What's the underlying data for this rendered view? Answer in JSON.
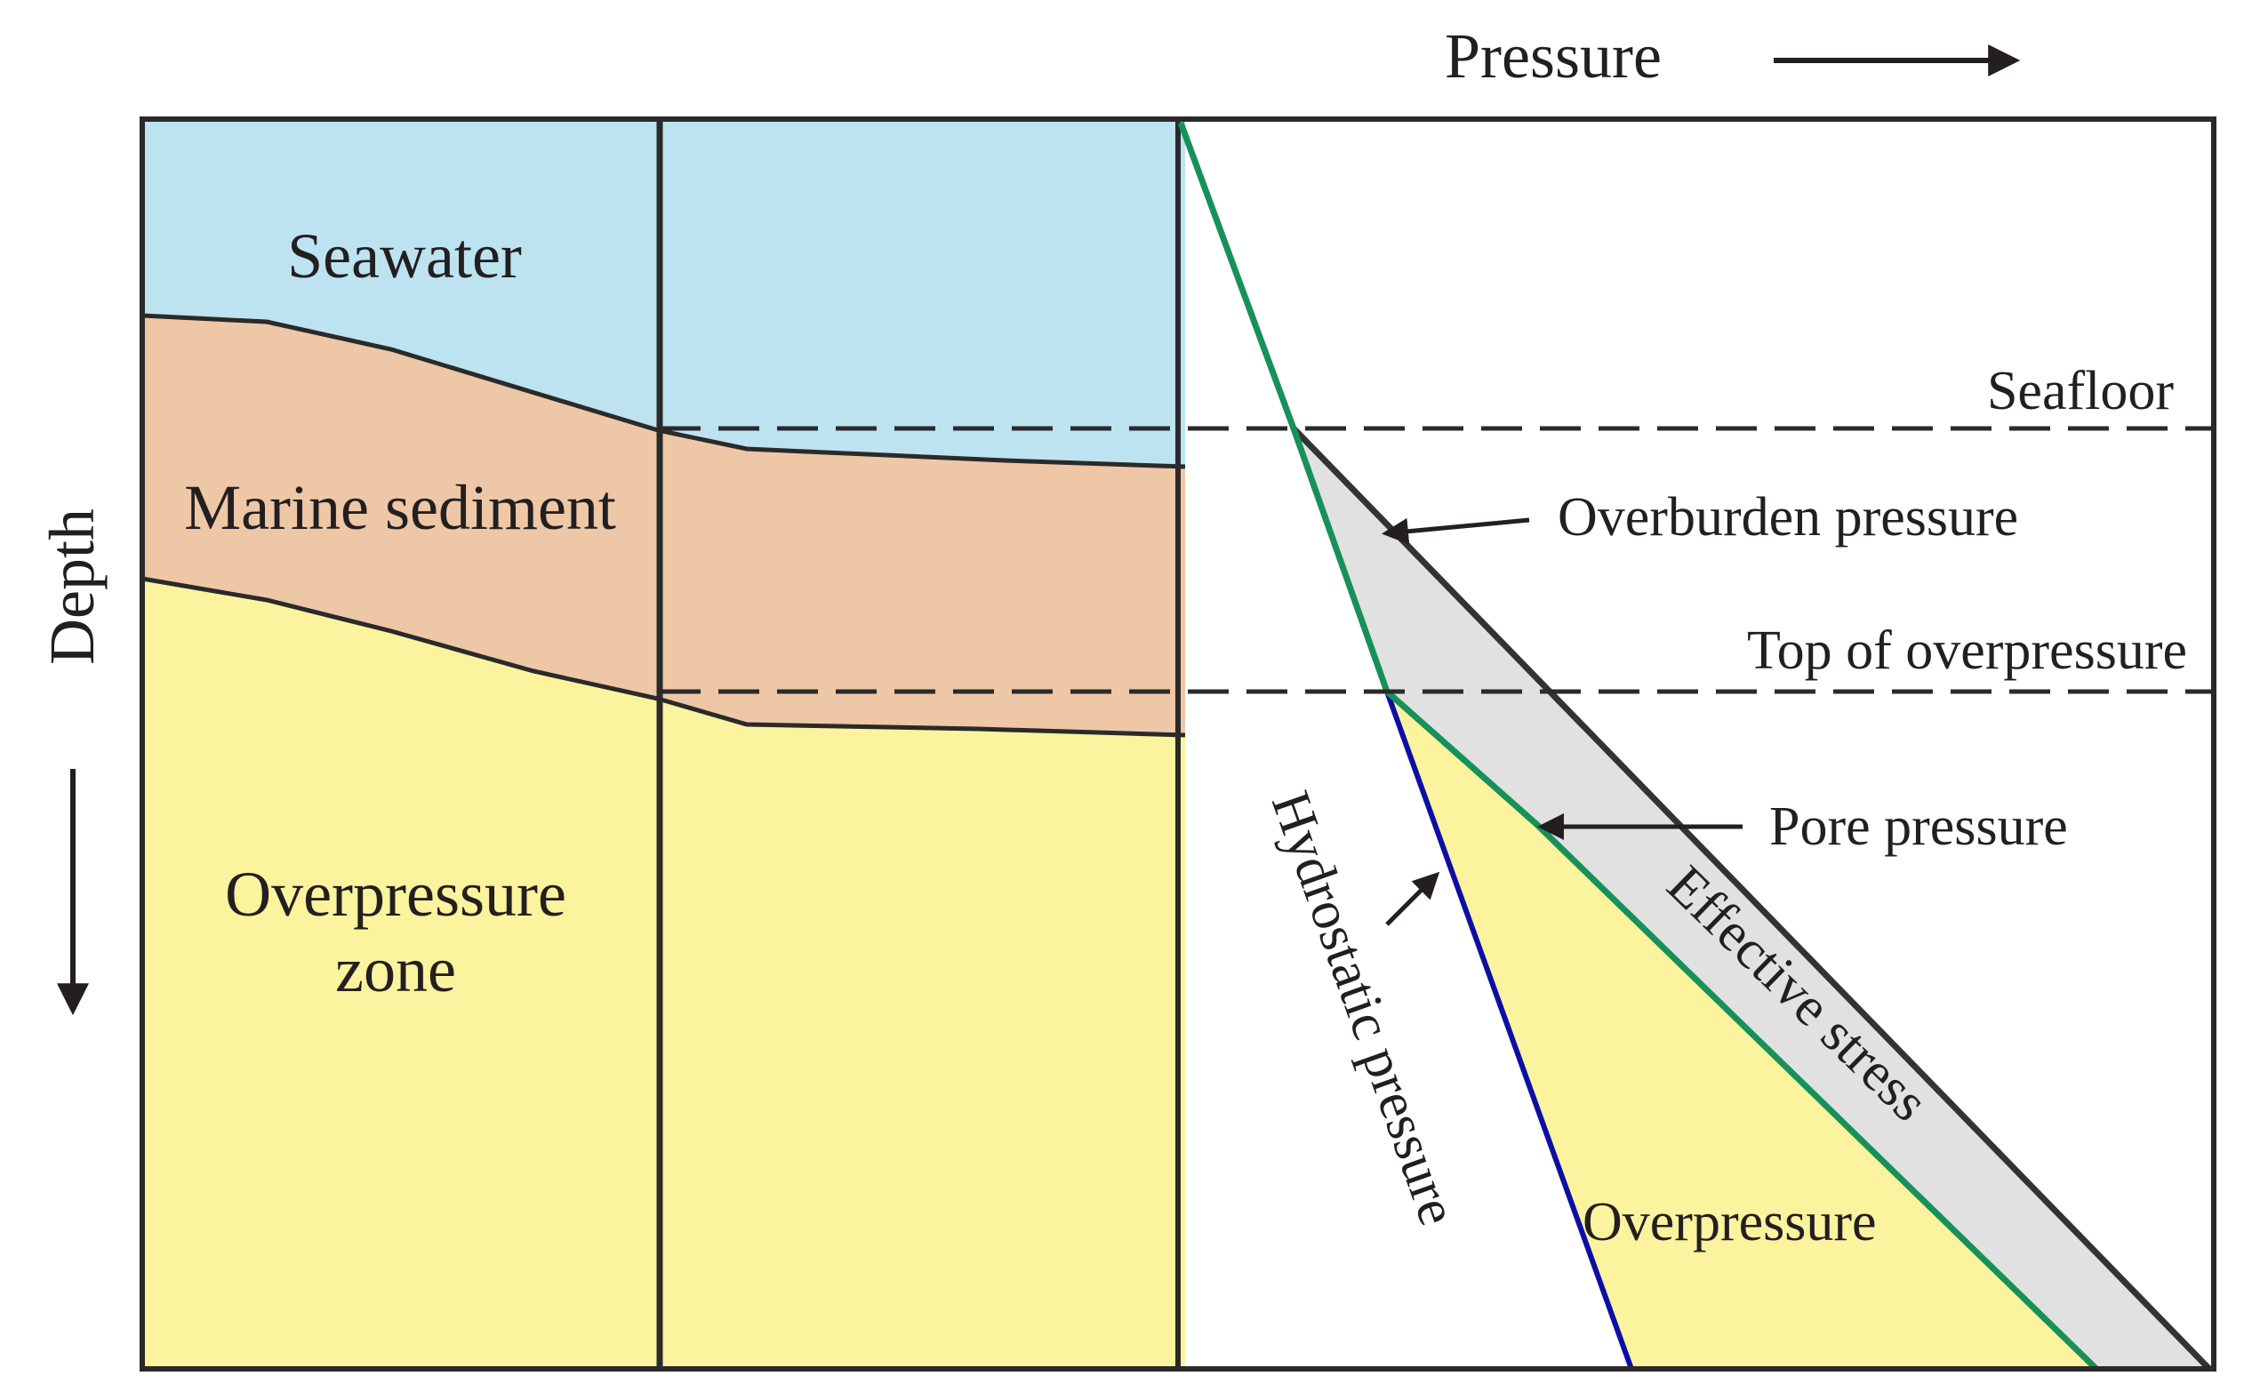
{
  "axes": {
    "pressure_label": "Pressure",
    "depth_label": "Depth"
  },
  "layers": {
    "seawater": "Seawater",
    "marine_sediment": "Marine sediment",
    "overpressure_zone_line1": "Overpressure",
    "overpressure_zone_line2": "zone"
  },
  "horizons": {
    "seafloor": "Seafloor",
    "top_of_overpressure": "Top of overpressure"
  },
  "curves": {
    "overburden_pressure": "Overburden pressure",
    "pore_pressure": "Pore pressure",
    "hydrostatic_pressure": "Hydrostatic pressure",
    "effective_stress": "Effective stress",
    "overpressure": "Overpressure"
  },
  "colors": {
    "seawater": "#bde3f1",
    "marine_sediment": "#eec7a6",
    "overpressure_zone": "#fbf39d",
    "effective_stress_band": "#e1e1e1",
    "pore_pressure_line": "#16915a",
    "hydrostatic_line": "#0b0fa3",
    "overburden_line": "#333333",
    "frame": "#2a2a2a"
  }
}
